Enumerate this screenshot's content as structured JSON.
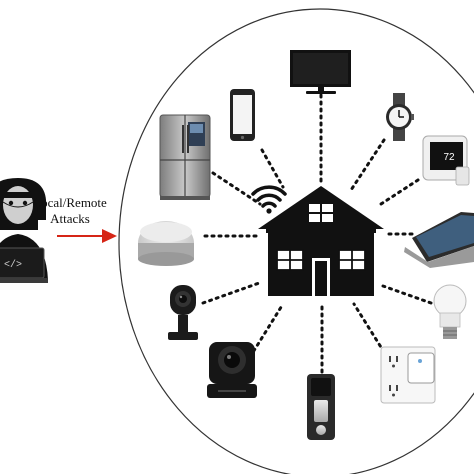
{
  "attack": {
    "label_line1": "Local/Remote",
    "label_line2": "Attacks",
    "arrow_color": "#d62516"
  },
  "hacker": {
    "laptop_prompt": "</>"
  },
  "thermostat": {
    "display_value": "72"
  },
  "devices": [
    "refrigerator-icon",
    "smartphone-icon",
    "television-icon",
    "smartwatch-icon",
    "thermostat-icon",
    "laptop-icon",
    "smart-speaker-icon",
    "smart-bulb-icon",
    "security-camera-icon",
    "ip-camera-icon",
    "smart-lock-icon",
    "smart-plug-icon"
  ],
  "hub": {
    "icon": "smart-home-icon",
    "wifi": "wifi-icon"
  }
}
